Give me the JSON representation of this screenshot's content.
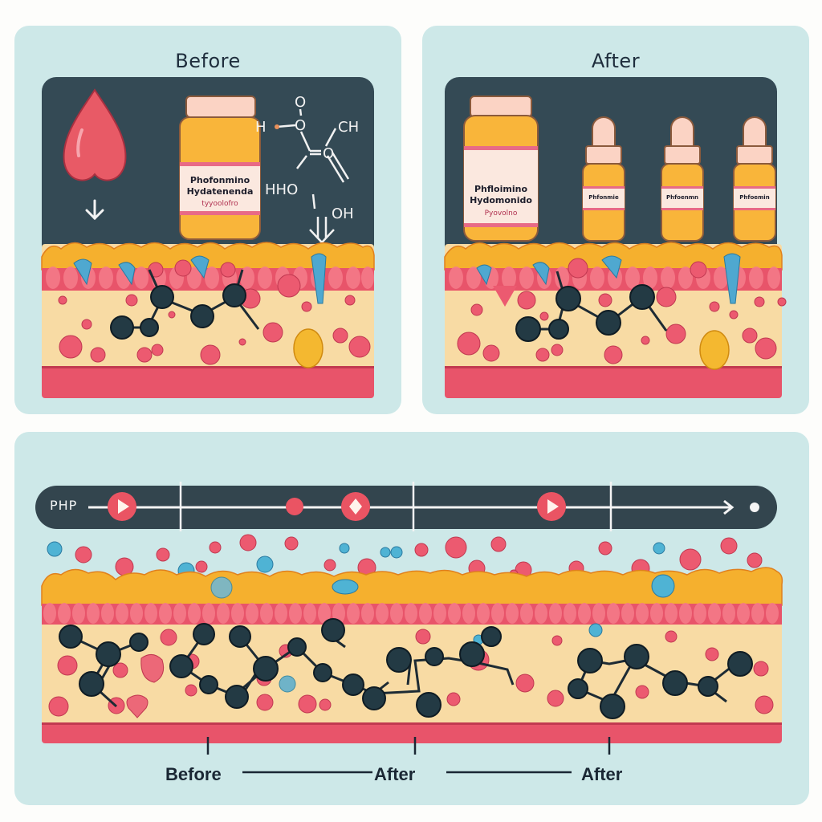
{
  "panels": {
    "before": {
      "title": "Before",
      "bottle_label": {
        "line1": "Phofonmino",
        "line2": "Hydatenenda",
        "line3": "tyyoolofro"
      },
      "molecule_labels": {
        "h": "H",
        "o_top": "O",
        "ch": "CH",
        "hho": "HHO",
        "oh": "OH"
      }
    },
    "after": {
      "title": "After",
      "bottle_label": {
        "line1": "Phfloimino",
        "line2": "Hydomonido",
        "line3": "Pyovolno"
      },
      "dropper_labels": [
        "Phfonmie",
        "Phfoenmn",
        "Phfoemin"
      ]
    }
  },
  "timeline": {
    "label": "PHP",
    "markers": [
      "play",
      "dot",
      "diamond",
      "play"
    ],
    "bottom_labels": [
      "Before",
      "After",
      "After"
    ]
  },
  "colors": {
    "panel_bg": "#cde8e8",
    "dark_bg": "#344a55",
    "skin_red": "#e8546a",
    "skin_fat": "#f8d9a0",
    "skin_top": "#f5b02e",
    "molecule": "#233a44",
    "droplet_blue": "#4fb3d4"
  }
}
